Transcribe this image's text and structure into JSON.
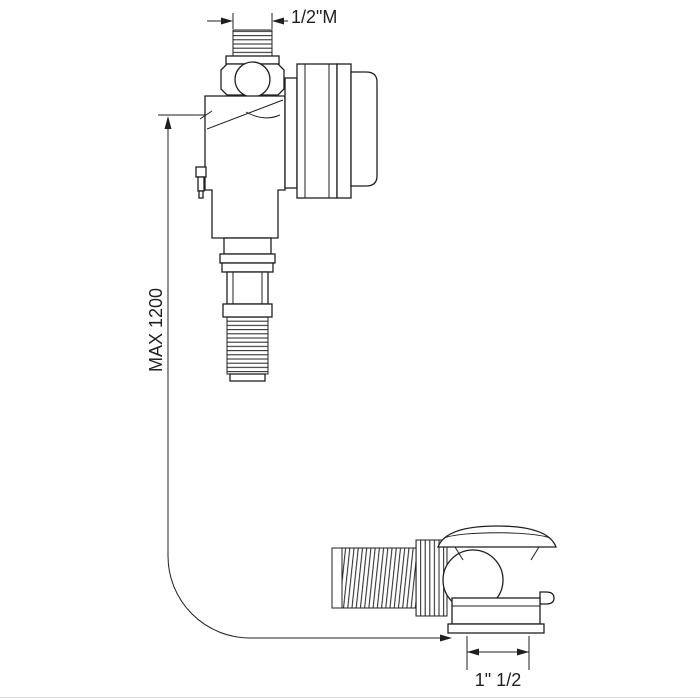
{
  "diagram": {
    "dimension_labels": {
      "inlet_thread": "1/2\"M",
      "hose_max_length": "MAX 1200",
      "waste_thread": "1\" 1/2"
    },
    "colors": {
      "line": "#1f1f1f",
      "background": "#ffffff"
    }
  }
}
